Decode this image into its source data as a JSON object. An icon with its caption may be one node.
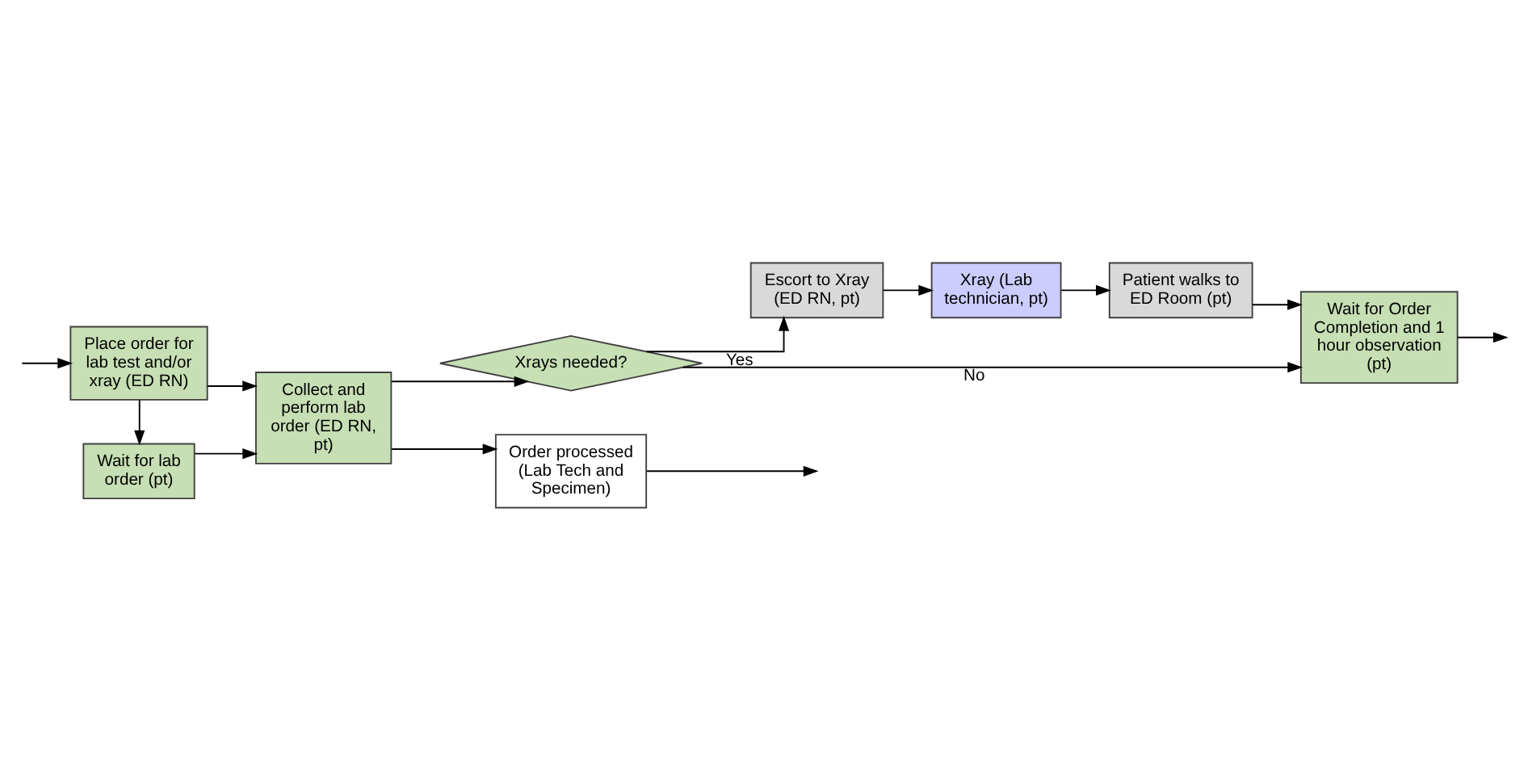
{
  "diagram": {
    "nodes": [
      {
        "text": [
          "Wait for lab order (pt)"
        ]
      },
      {
        "text": [
          "Place order for lab test and/or xray (ED RN)"
        ]
      },
      {
        "text": [
          "Collect and perform lab order (ED RN, pt)"
        ]
      },
      {
        "text": [
          "Xrays needed?"
        ]
      },
      {
        "text": [
          "Escort to Xray (ED RN, pt)"
        ]
      },
      {
        "text": [
          "Xray (Lab technician, pt)"
        ]
      },
      {
        "text": [
          "Patient walks to ED Room (pt)"
        ]
      },
      {
        "text": [
          "Wait for Order Completion and 1 hour observation (pt)"
        ]
      },
      {
        "text": [
          "Order processed (Lab Tech and Specimen)"
        ]
      }
    ],
    "edges": [
      {
        "from": null,
        "to": 1,
        "arrow": "to"
      },
      {
        "from": 1,
        "to": 0,
        "arrow": "to"
      },
      {
        "from": 0,
        "to": 2,
        "arrow": "to"
      },
      {
        "from": 1,
        "to": 2,
        "arrow": "to"
      },
      {
        "from": 2,
        "to": 3,
        "arrow": "to"
      },
      {
        "from": 2,
        "to": 8,
        "arrow": "to"
      },
      {
        "from": 3,
        "to": 7,
        "arrow": "to",
        "label": "No"
      },
      {
        "from": 3,
        "to": 4,
        "arrow": "to",
        "label": "Yes"
      },
      {
        "from": 4,
        "to": 5,
        "arrow": "to"
      },
      {
        "from": 5,
        "to": 6,
        "arrow": "to"
      },
      {
        "from": 6,
        "to": 7,
        "arrow": "to"
      },
      {
        "from": 7,
        "to": null,
        "arrow": "to"
      },
      {
        "from": 8,
        "to": null,
        "arrow": "to"
      }
    ]
  }
}
